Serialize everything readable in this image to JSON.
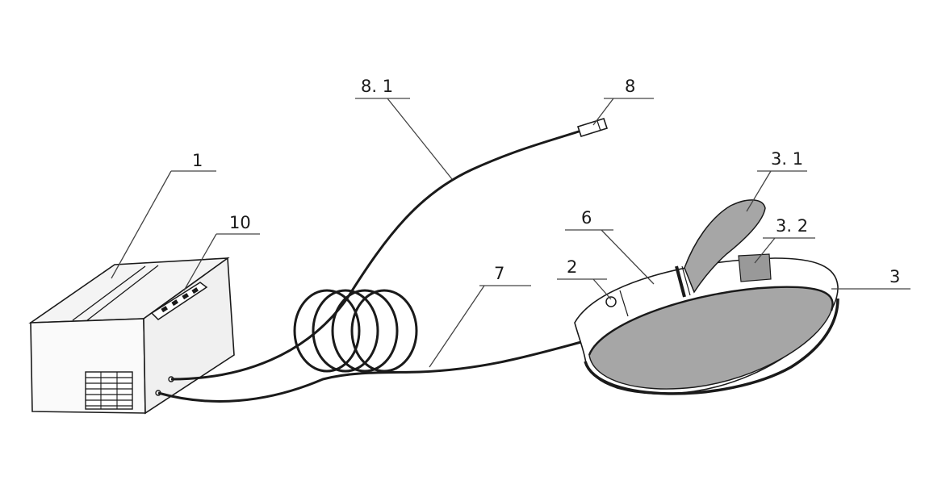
{
  "labels": {
    "l1": "1",
    "l10": "10",
    "l81": "8. 1",
    "l8": "8",
    "l7": "7",
    "l6": "6",
    "l2": "2",
    "l31": "3. 1",
    "l32": "3. 2",
    "l3": "3"
  },
  "colors": {
    "line": "#1a1a1a",
    "band_inner": "#a6a6a6",
    "pad": "#999999",
    "box_face": "#f4f4f4"
  }
}
